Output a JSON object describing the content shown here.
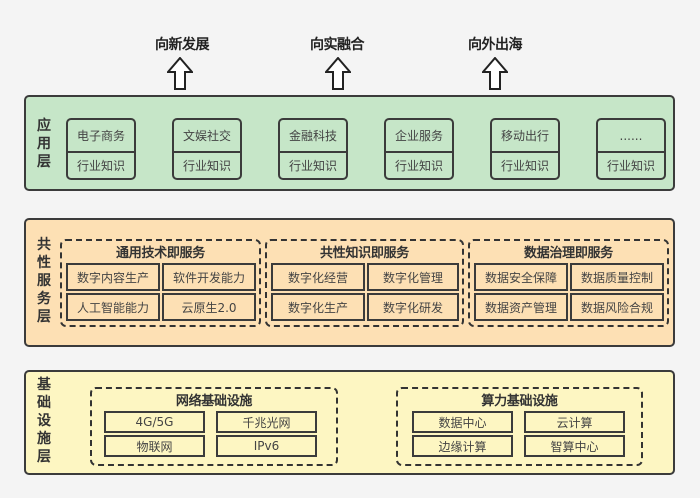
{
  "goals": [
    {
      "label": "向新发展"
    },
    {
      "label": "向实融合"
    },
    {
      "label": "向外出海"
    }
  ],
  "colors": {
    "app_layer": "#c6e6c8",
    "shared_layer": "#fde0b4",
    "infra_layer": "#fdf6c2",
    "border": "#3b3b3b"
  },
  "app_layer": {
    "title": "应用层",
    "cards": [
      {
        "name": "电子商务",
        "sub": "行业知识"
      },
      {
        "name": "文娱社交",
        "sub": "行业知识"
      },
      {
        "name": "金融科技",
        "sub": "行业知识"
      },
      {
        "name": "企业服务",
        "sub": "行业知识"
      },
      {
        "name": "移动出行",
        "sub": "行业知识"
      },
      {
        "name": "......",
        "sub": "行业知识"
      }
    ]
  },
  "shared_layer": {
    "title": "共性服务层",
    "groups": [
      {
        "title": "通用技术即服务",
        "items": [
          "数字内容生产",
          "软件开发能力",
          "人工智能能力",
          "云原生2.0"
        ]
      },
      {
        "title": "共性知识即服务",
        "items": [
          "数字化经营",
          "数字化管理",
          "数字化生产",
          "数字化研发"
        ]
      },
      {
        "title": "数据治理即服务",
        "items": [
          "数据安全保障",
          "数据质量控制",
          "数据资产管理",
          "数据风险合规"
        ]
      }
    ]
  },
  "infra_layer": {
    "title": "基础设施层",
    "groups": [
      {
        "title": "网络基础设施",
        "items": [
          "4G/5G",
          "千兆光网",
          "物联网",
          "IPv6"
        ]
      },
      {
        "title": "算力基础设施",
        "items": [
          "数据中心",
          "云计算",
          "边缘计算",
          "智算中心"
        ]
      }
    ]
  }
}
